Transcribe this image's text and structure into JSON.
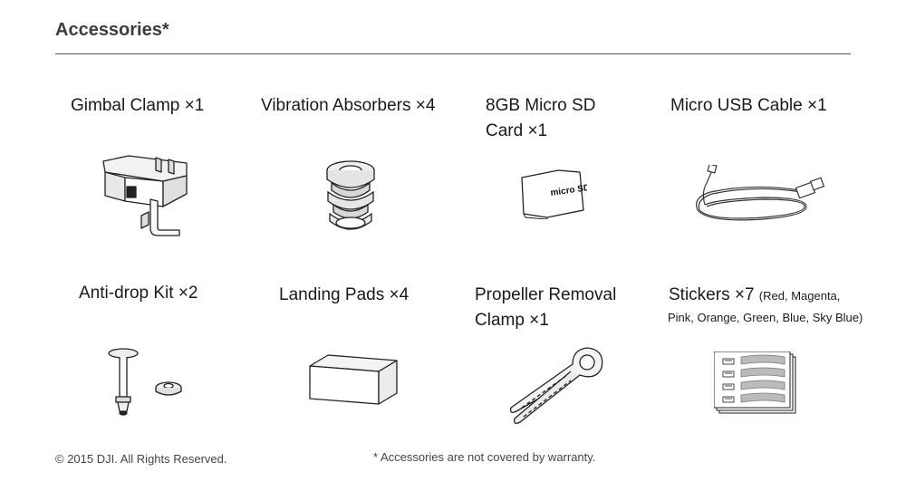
{
  "section": {
    "title": "Accessories*"
  },
  "items": [
    {
      "label": "Gimbal Clamp ×1",
      "icon": "gimbal-clamp-icon"
    },
    {
      "label": "Vibration Absorbers ×4",
      "icon": "vibration-absorber-icon"
    },
    {
      "label_line1": "8GB Micro SD",
      "label_line2": "Card ×1",
      "icon": "micro-sd-card-icon",
      "card_text": "micro SD"
    },
    {
      "label": "Micro USB Cable ×1",
      "icon": "usb-cable-icon"
    },
    {
      "label": "Anti-drop Kit ×2",
      "icon": "anti-drop-kit-icon"
    },
    {
      "label": "Landing Pads ×4",
      "icon": "landing-pad-icon"
    },
    {
      "label_line1": "Propeller Removal",
      "label_line2": "Clamp ×1",
      "icon": "propeller-clamp-icon"
    },
    {
      "label_main": "Stickers ×7",
      "label_detail": "(Red, Magenta,",
      "label_line2": "Pink, Orange, Green, Blue, Sky Blue)",
      "icon": "stickers-icon"
    }
  ],
  "footer": {
    "copyright": "© 2015 DJI. All Rights Reserved.",
    "note": "* Accessories are not covered by warranty."
  }
}
